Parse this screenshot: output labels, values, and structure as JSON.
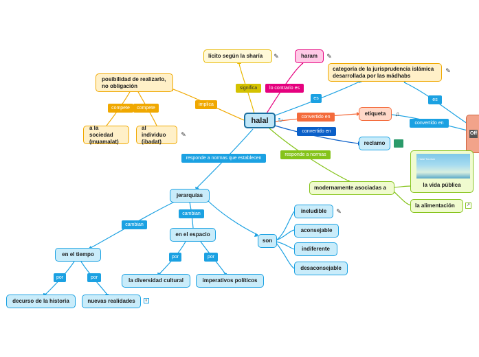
{
  "nodes": {
    "halal": "halal",
    "licito": "lícito según la sharía",
    "haram": "haram",
    "categoria": "categoría de la jurisprudencia islámica desarrollada por las mádhabs",
    "posibilidad": "posibilidad de realizarlo, no obligación",
    "sociedad": "a la sociedad (muamalat)",
    "individuo": "al individuo (ibadat)",
    "etiqueta": "etiqueta",
    "reclamo": "reclamo",
    "modernamente": "modernamente asociadas a",
    "vida_publica": "la vida pública",
    "alimentacion": "la alimentación",
    "jerarquias": "jerarquías",
    "en_el_tiempo": "en el tiempo",
    "en_el_espacio": "en el espacio",
    "decurso": "decurso de la historia",
    "nuevas": "nuevas realidades",
    "diversidad": "la diversidad cultural",
    "imperativos": "imperativos políticos",
    "son": "son",
    "ineludible": "ineludible",
    "aconsejable": "aconsejable",
    "indiferente": "indiferente",
    "desaconsejable": "desaconsejable",
    "offscreen": "Off"
  },
  "labels": {
    "significa": "significa",
    "lo_contrario": "lo contrario es",
    "es_1": "es",
    "es_2": "es",
    "implica": "implica",
    "compete_1": "compete",
    "compete_2": "compete",
    "convertido_1": "convertido en",
    "convertido_2": "convertido en",
    "convertido_3": "convertido en",
    "responde_normas_est": "responde a normas que establecen",
    "responde_normas": "responde a normas",
    "cambian_1": "cambian",
    "cambian_2": "cambian",
    "por_1": "por",
    "por_2": "por",
    "por_3": "por",
    "por_4": "por"
  },
  "image_caption": {
    "title": "Halal Tourism"
  },
  "colors": {
    "blue": "#1ba1e2",
    "yellow": "#e8b800",
    "orange": "#f0a800",
    "green": "#85c31a",
    "pink": "#e5007e",
    "red_orange": "#f46b3c",
    "dark_blue": "#0a5fc8"
  }
}
